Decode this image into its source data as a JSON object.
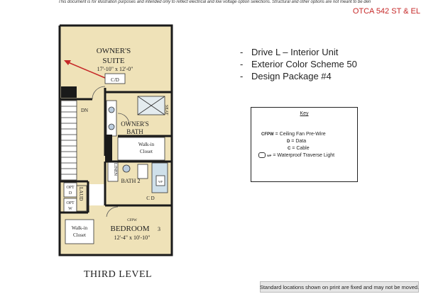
{
  "disclaimer": "This document is for illustration purposes and intended only to reflect electrical and low voltage option selections.  Structural and other options are not meant to be demonstrated here.",
  "plan_code": "OTCA 542 ST & EL",
  "notes": [
    "Drive L – Interior Unit",
    "Exterior Color Scheme 50",
    "Design Package #4"
  ],
  "key": {
    "title": "Key",
    "items": [
      {
        "abbr": "CFPW",
        "desc": "= Ceiling Fan Pre-Wire"
      },
      {
        "abbr": "D",
        "desc": "= Data"
      },
      {
        "abbr": "C",
        "desc": "= Cable"
      },
      {
        "abbr": "WP",
        "desc": "= Waterproof Traverse Light"
      }
    ]
  },
  "rooms": {
    "owners_suite_title": "OWNER'S",
    "owners_suite_title2": "SUITE",
    "owners_suite_dims": "17'-10\" x 12'-0\"",
    "owners_suite_outlet": "C/D",
    "owners_bath": "OWNER'S",
    "owners_bath2": "BATH",
    "walkin_closet_1": "Walk-in",
    "walkin_closet_1b": "Closet",
    "seat": "SEAT",
    "dn": "DN",
    "linen": "LINEN",
    "bath2": "BATH 2",
    "opt_d": "OPT",
    "opt_d2": "D",
    "opt_w": "OPT",
    "opt_w2": "W",
    "laud": "LAUD",
    "bedroom_cd": "C D",
    "bedroom_cfpw": "CFPW",
    "bedroom_title": "BEDROOM",
    "bedroom_num": "3",
    "bedroom_dims": "12'-4\" x 10'-10\"",
    "walkin_closet_2": "Walk-in",
    "walkin_closet_2b": "Closet",
    "wp": "WP"
  },
  "level_title": "THIRD LEVEL",
  "footer_note": "Standard locations shown on print are fixed and may not be moved.",
  "colors": {
    "floor": "#efe2b8",
    "wall": "#1a1a1a",
    "accent_red": "#c62828"
  }
}
